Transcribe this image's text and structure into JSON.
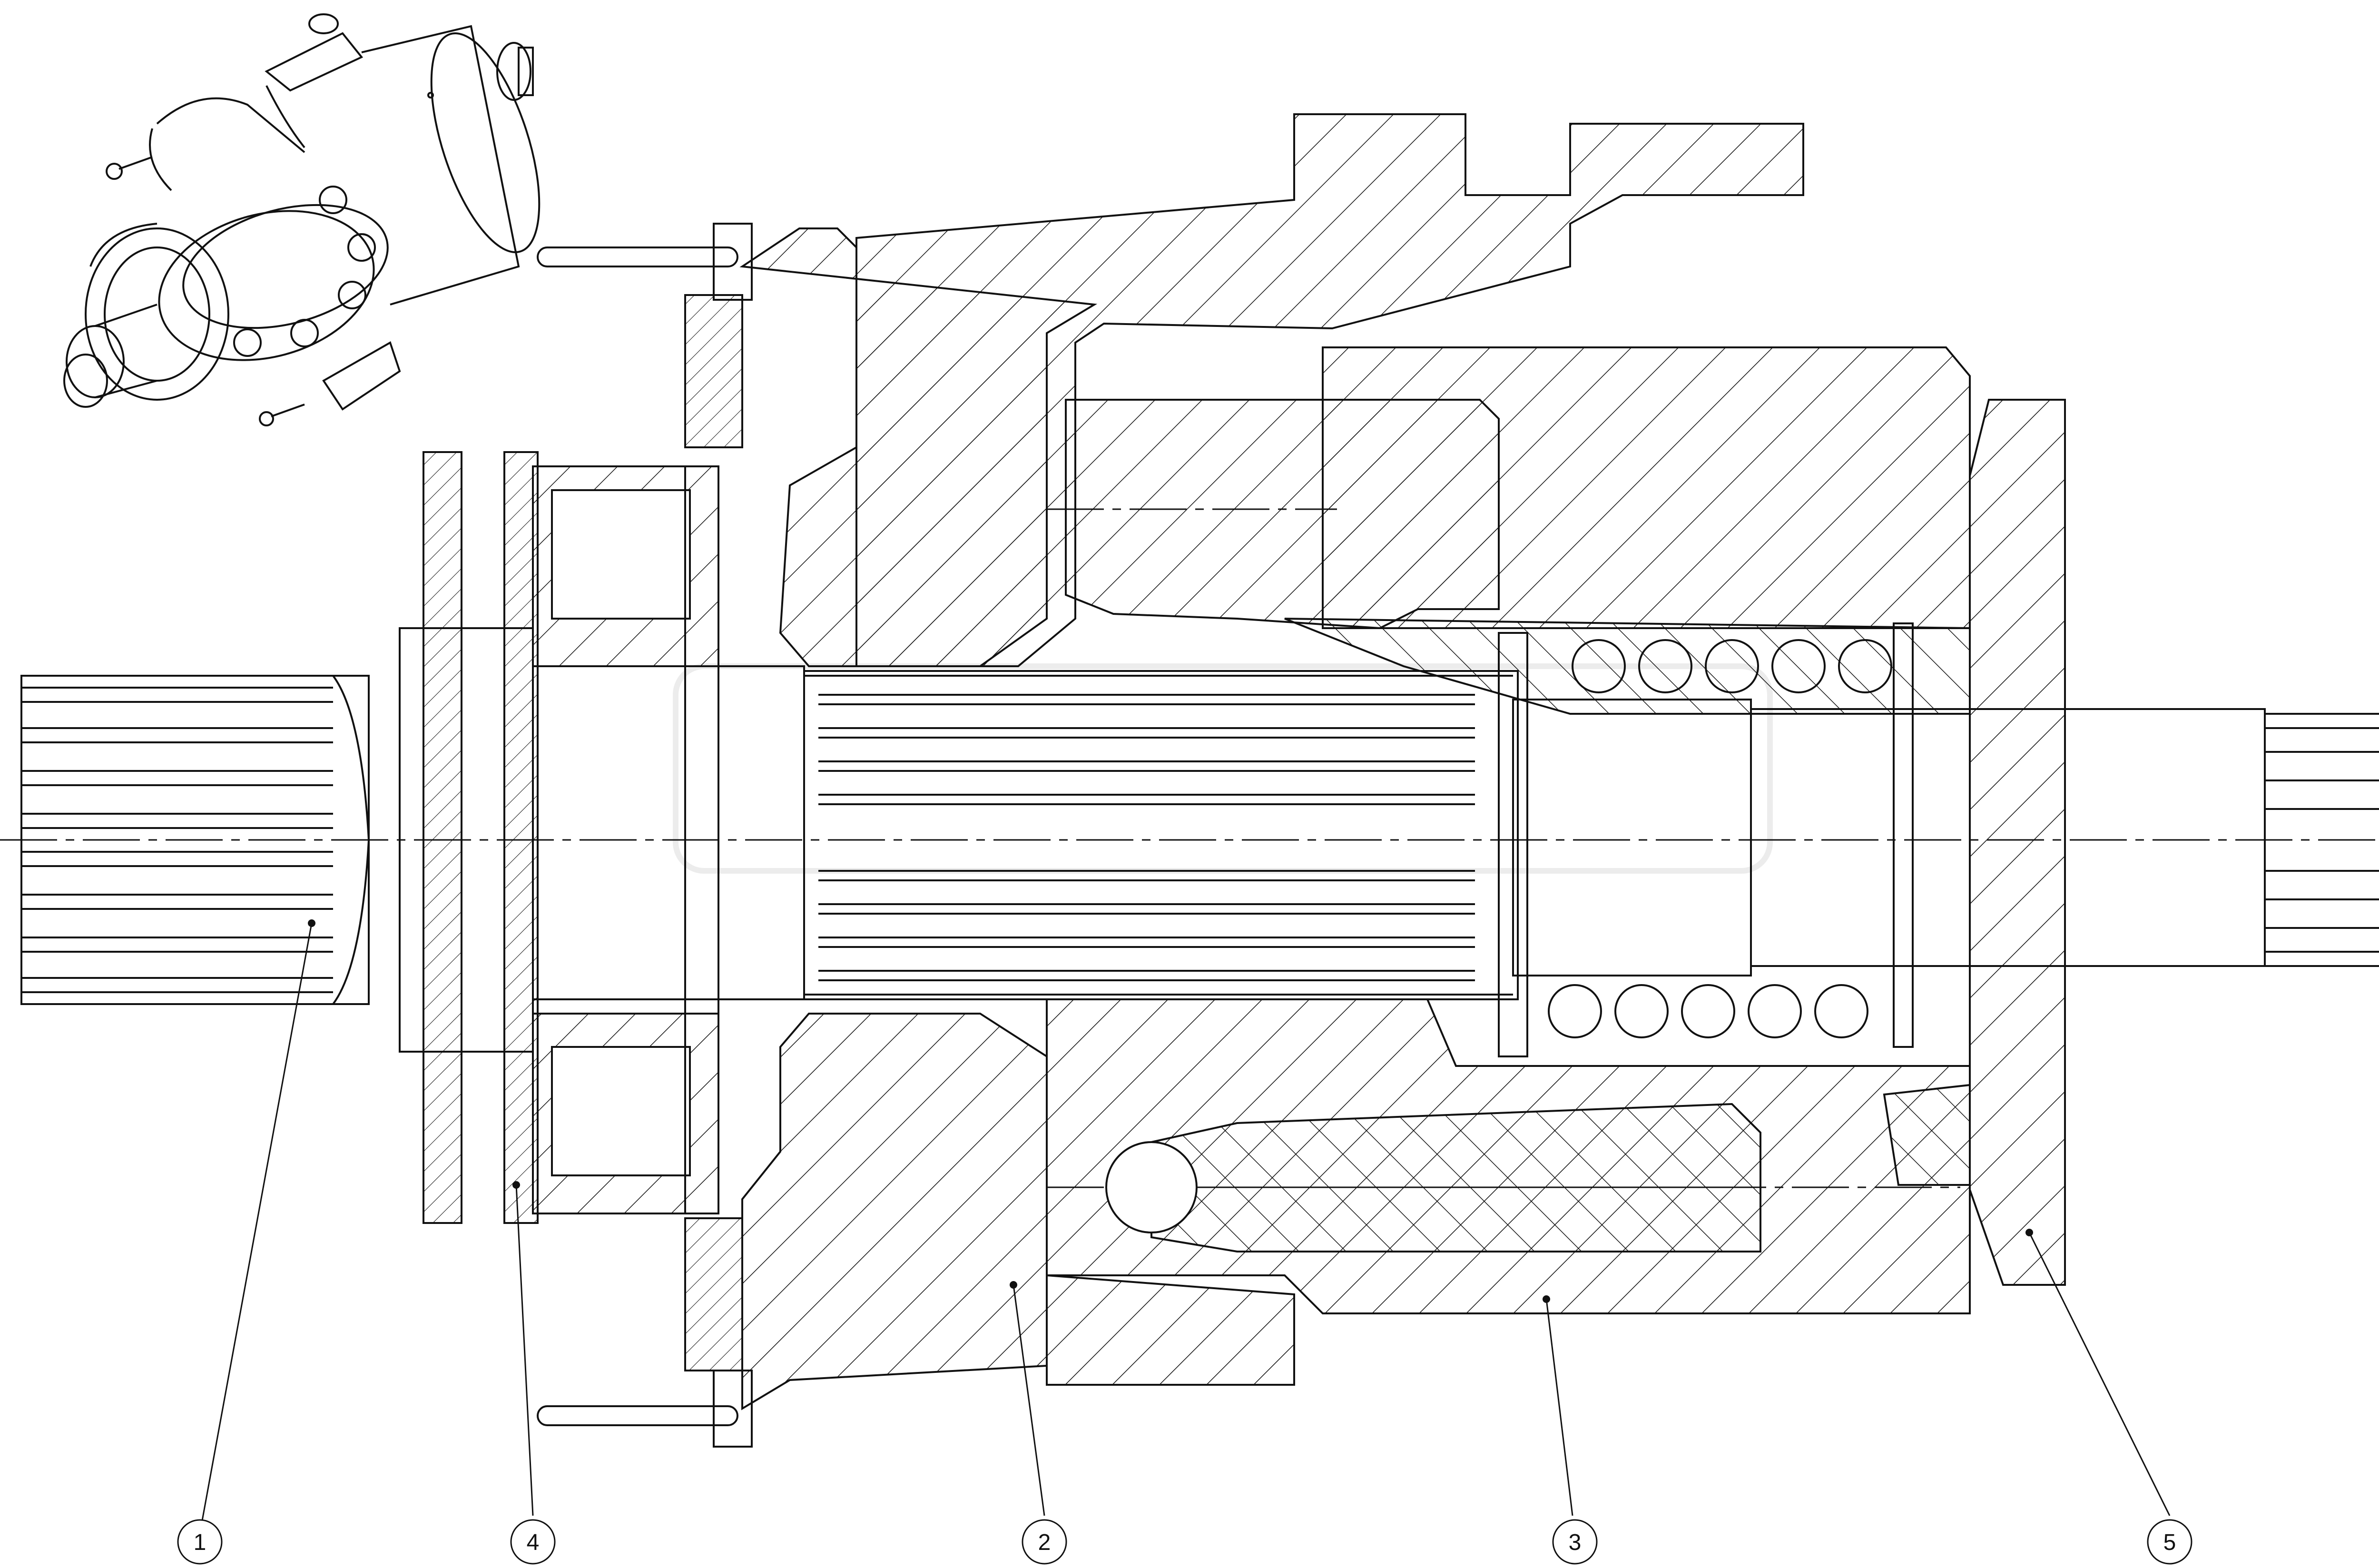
{
  "drawing": {
    "style": {
      "line_color": "#111111",
      "background": "#ffffff",
      "watermark_color": "#ececec"
    },
    "callouts": [
      {
        "id": "callout-1",
        "label": "1"
      },
      {
        "id": "callout-4",
        "label": "4"
      },
      {
        "id": "callout-2",
        "label": "2"
      },
      {
        "id": "callout-3",
        "label": "3"
      },
      {
        "id": "callout-5",
        "label": "5"
      }
    ]
  }
}
